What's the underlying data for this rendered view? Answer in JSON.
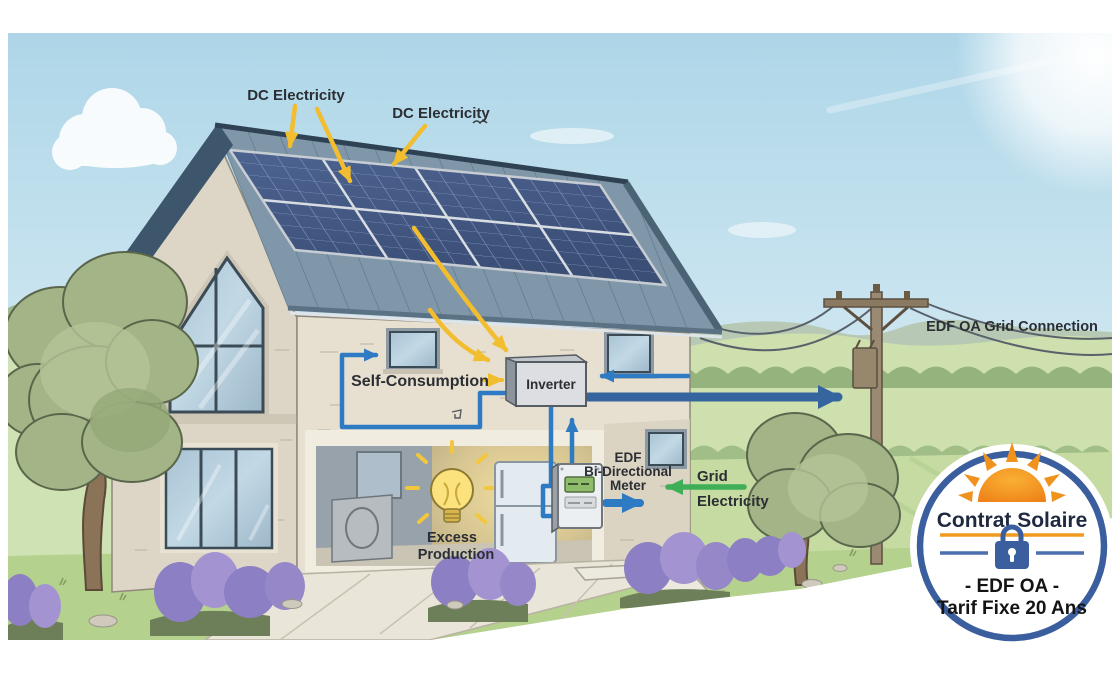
{
  "labels": {
    "dc_electricity_1": "DC Electricity",
    "dc_electricity_2": "DC Electricity",
    "self_consumption": "Self-Consumption",
    "inverter": "Inverter",
    "excess_production_line1": "Excess",
    "excess_production_line2": "Production",
    "meter_line1": "EDF",
    "meter_line2": "Bi-Directional",
    "meter_line3": "Meter",
    "grid_electricity_line1": "Grid",
    "grid_electricity_line2": "Electricity",
    "grid_connection": "EDF OA Grid Connection"
  },
  "badge": {
    "title": "Contrat Solaire",
    "subtitle_line1": "- EDF OA -",
    "subtitle_line2": "Tarif Fixe 20 Ans"
  },
  "colors": {
    "dc_arrow": "#f2bd2e",
    "ac_arrow": "#2f7bc3",
    "export_arrow": "#35649f",
    "grid_arrow": "#3fae57",
    "badge_border": "#3b5f9e",
    "badge_sun": "#f0921e",
    "badge_rule_orange": "#f29a1f",
    "badge_rule_blue": "#4a6fae",
    "roof": "#7f97a9",
    "solar_panel": "#44587e"
  }
}
